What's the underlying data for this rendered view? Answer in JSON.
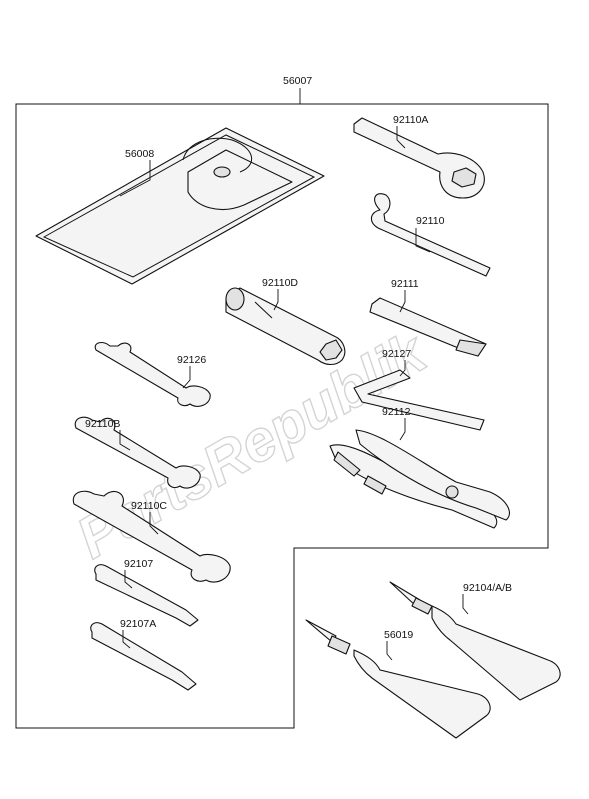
{
  "kit_label": "56007",
  "watermark": "PartsRepublik",
  "parts": {
    "p56008": "56008",
    "p92110A": "92110A",
    "p92110": "92110",
    "p92110D": "92110D",
    "p92111": "92111",
    "p92126": "92126",
    "p92127": "92127",
    "p92110B": "92110B",
    "p92112": "92112",
    "p92110C": "92110C",
    "p92107": "92107",
    "p92107A": "92107A",
    "p92104": "92104/A/B",
    "p56019": "56019"
  }
}
